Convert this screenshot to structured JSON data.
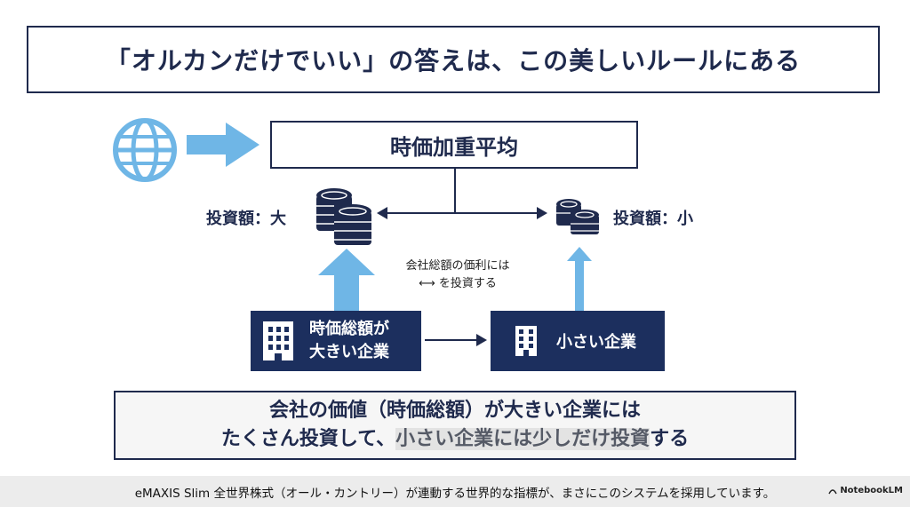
{
  "title": "「オルカンだけでいい」の答えは、この美しいルールにある",
  "weighting": {
    "label": "時価加重平均",
    "left_label": "投資額：大",
    "right_label": "投資額：小"
  },
  "note": {
    "line1": "会社総額の価利には",
    "line2": "を投資する",
    "arrow_glyph": "⟷"
  },
  "companies": {
    "large_line1": "時価総額が",
    "large_line2": "大きい企業",
    "small": "小さい企業"
  },
  "summary": {
    "line1": "会社の価値（時価総額）が大きい企業には",
    "line2_a": "たくさん投資して、",
    "line2_b": "小さい企業には少しだけ投資",
    "line2_c": "する"
  },
  "caption": "eMAXIS Slim 全世界株式（オール・カントリー）が連動する世界的な指標が、まさにこのシステムを採用しています。",
  "brand": "NotebookLM",
  "colors": {
    "navy": "#1f2a4d",
    "dark_box": "#1c2f5e",
    "light_blue": "#6fb6e6"
  }
}
